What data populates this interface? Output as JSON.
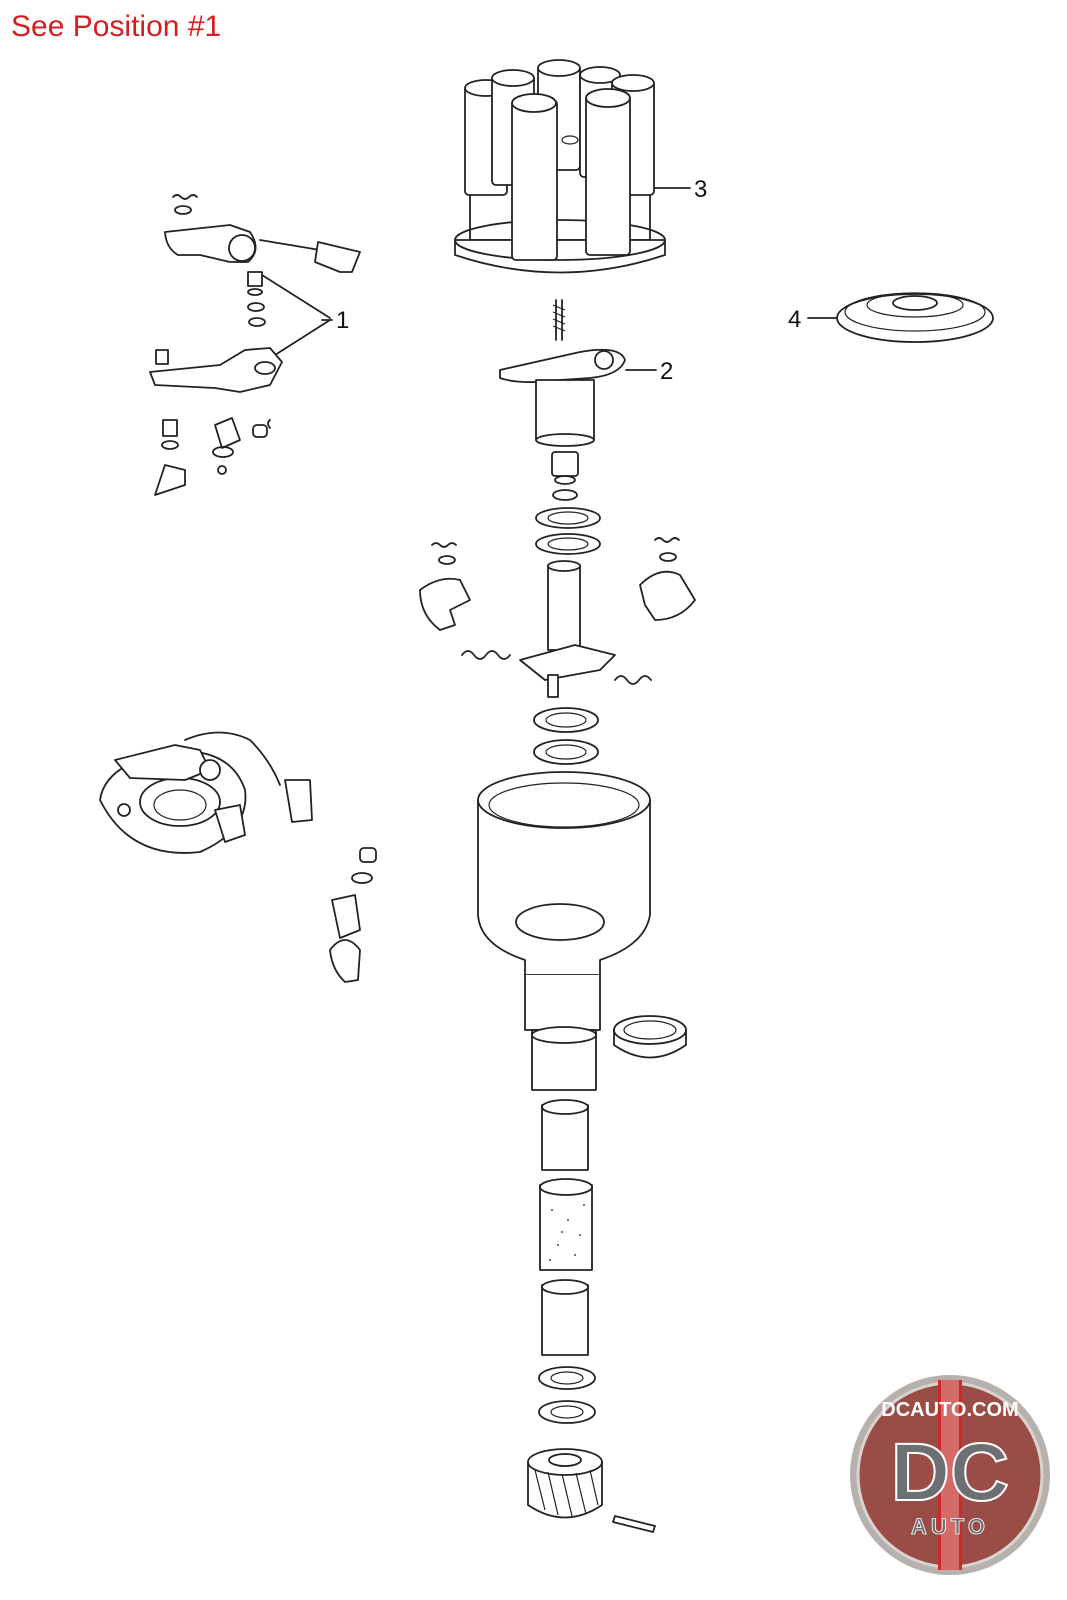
{
  "note": "See Position #1",
  "callouts": [
    {
      "id": "1",
      "label": "1"
    },
    {
      "id": "2",
      "label": "2"
    },
    {
      "id": "3",
      "label": "3"
    },
    {
      "id": "4",
      "label": "4"
    }
  ],
  "logo": {
    "top_text": "DCAUTO.COM",
    "mark": "DC",
    "bottom_text": "AUTO",
    "colors": {
      "ring": "#b7b1ad",
      "inner": "#8e3c36",
      "red": "#c92b2b",
      "letters": "#6d6f73"
    }
  }
}
